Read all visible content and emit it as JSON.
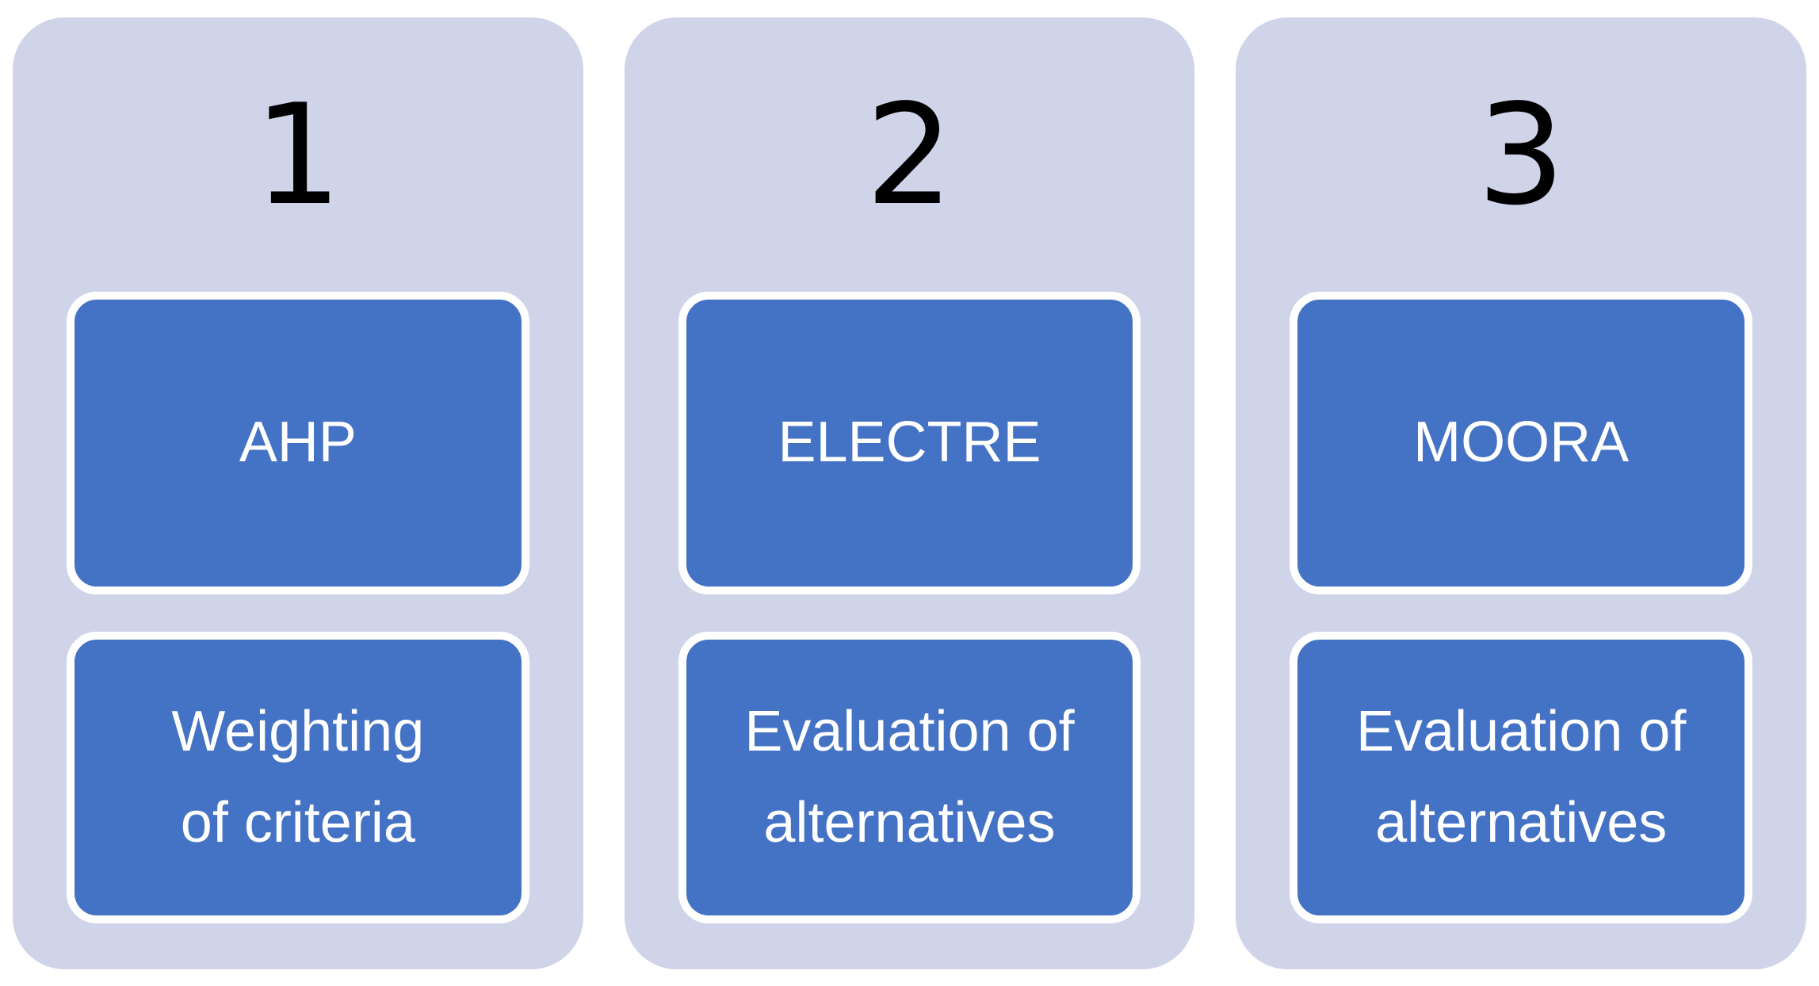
{
  "figure": {
    "type": "process-column-diagram",
    "colors": {
      "page_bg": "#FFFFFF",
      "card_bg": "#CFD4E8",
      "box_fill": "#4472C4",
      "box_border": "#FFFFFF",
      "number_text": "#000000",
      "box_text": "#FFFFFF"
    },
    "columns": [
      {
        "number": "1",
        "top_box": "AHP",
        "bottom_box_lines": [
          "Weighting",
          "of criteria"
        ]
      },
      {
        "number": "2",
        "top_box": "ELECTRE",
        "bottom_box_lines": [
          "Evaluation of",
          "alternatives"
        ]
      },
      {
        "number": "3",
        "top_box": "MOORA",
        "bottom_box_lines": [
          "Evaluation of",
          "alternatives"
        ]
      }
    ]
  }
}
